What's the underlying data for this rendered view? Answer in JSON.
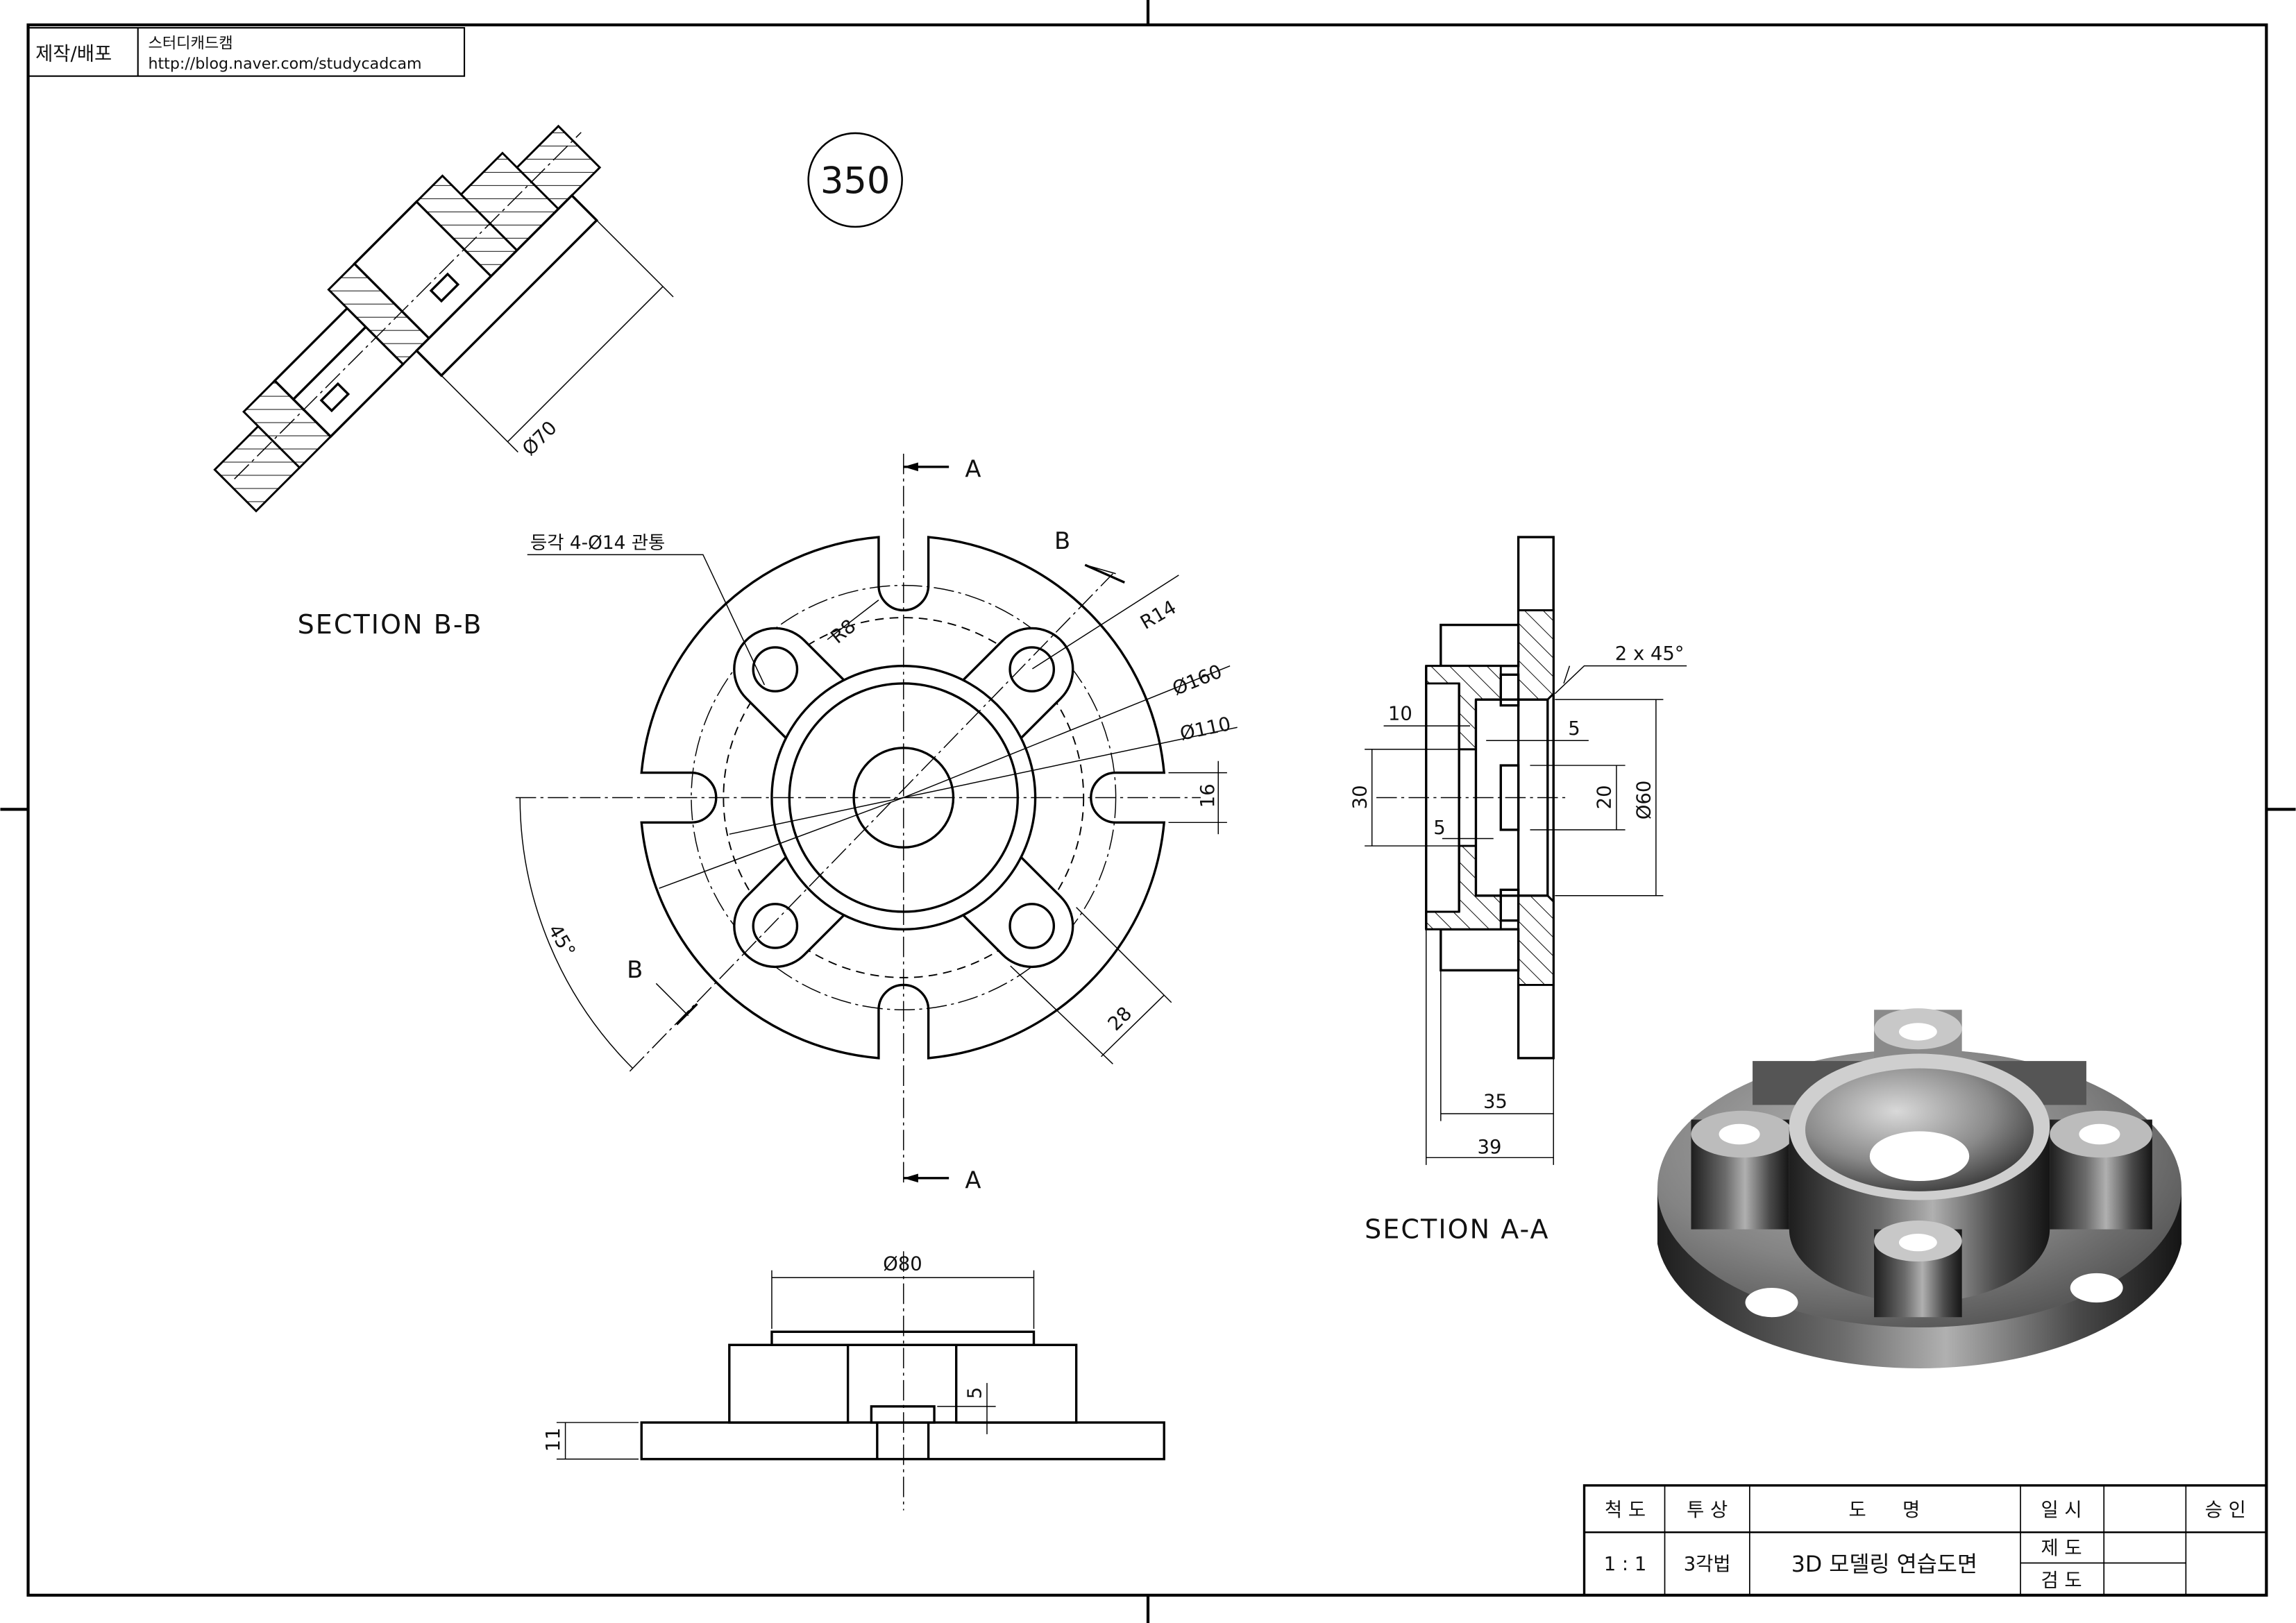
{
  "header": {
    "label": "제작/배포",
    "author": "스터디캐드캠",
    "url": "http://blog.naver.com/studycadcam"
  },
  "drawing_number": "350",
  "section_marks": {
    "a_top": "A",
    "a_bottom": "A",
    "b_top": "B",
    "b_bottom": "B"
  },
  "section_titles": {
    "bb": "SECTION B-B",
    "aa": "SECTION A-A"
  },
  "top_view": {
    "hole_note": "등각 4-Ø14 관통",
    "r8": "R8",
    "r14": "R14",
    "d160": "Ø160",
    "d110": "Ø110",
    "w16": "16",
    "angle": "45°",
    "d28": "28"
  },
  "section_bb": {
    "d70": "Ø70"
  },
  "section_aa": {
    "chamfer": "2 x 45°",
    "d10": "10",
    "d5a": "5",
    "d30": "30",
    "d5b": "5",
    "d20": "20",
    "d60": "Ø60",
    "d35": "35",
    "d39": "39"
  },
  "front_view": {
    "d80": "Ø80",
    "d5": "5",
    "d11": "11"
  },
  "title_block": {
    "scale_label": "척 도",
    "projection_label": "투 상",
    "name_label": "도      명",
    "date_label": "일 시",
    "approve_label": "승 인",
    "scale_value": "1 : 1",
    "projection_value": "3각법",
    "name_value": "3D 모델링 연습도면",
    "drawn_label": "제 도",
    "checked_label": "검 도"
  }
}
